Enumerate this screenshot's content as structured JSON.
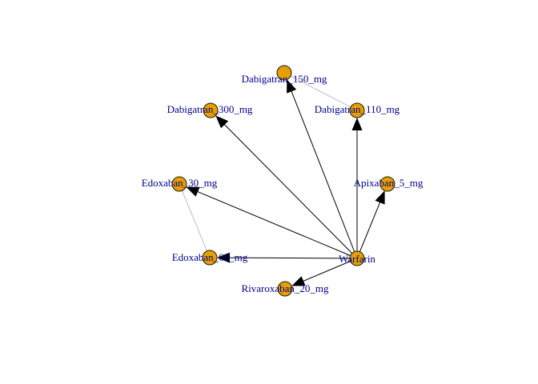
{
  "graph": {
    "nodes": [
      {
        "id": "warfarin",
        "label": "Warfarin"
      },
      {
        "id": "dabigatran_150",
        "label": "Dabigatran_150_mg"
      },
      {
        "id": "dabigatran_300",
        "label": "Dabigatran_300_mg"
      },
      {
        "id": "dabigatran_110",
        "label": "Dabigatran_110_mg"
      },
      {
        "id": "edoxaban_30",
        "label": "Edoxaban_30_mg"
      },
      {
        "id": "apixaban_5",
        "label": "Apixaban_5_mg"
      },
      {
        "id": "edoxaban_60",
        "label": "Edoxaban_60_mg"
      },
      {
        "id": "rivaroxaban_20",
        "label": "Rivaroxaban_20_mg"
      }
    ],
    "directed_edges": [
      {
        "from": "warfarin",
        "to": "dabigatran_150"
      },
      {
        "from": "warfarin",
        "to": "dabigatran_300"
      },
      {
        "from": "warfarin",
        "to": "dabigatran_110"
      },
      {
        "from": "warfarin",
        "to": "edoxaban_30"
      },
      {
        "from": "warfarin",
        "to": "apixaban_5"
      },
      {
        "from": "warfarin",
        "to": "edoxaban_60"
      },
      {
        "from": "warfarin",
        "to": "rivaroxaban_20"
      }
    ],
    "undirected_edges": [
      {
        "from": "dabigatran_150",
        "to": "dabigatran_110"
      },
      {
        "from": "edoxaban_30",
        "to": "edoxaban_60"
      }
    ],
    "colors": {
      "node_fill": "#E69F00",
      "node_stroke": "#1a1a1a",
      "label": "#00008B",
      "directed_edge": "#000000",
      "undirected_edge": "#BEBEBE"
    }
  }
}
